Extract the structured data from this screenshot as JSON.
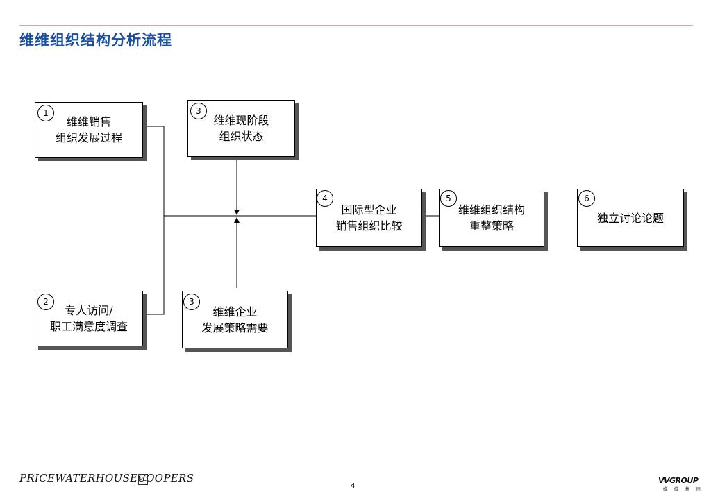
{
  "title": "维维组织结构分析流程",
  "boxes": [
    {
      "num": "1",
      "line1": "维维销售",
      "line2": "组织发展过程"
    },
    {
      "num": "2",
      "line1": "专人访问/",
      "line2": "职工满意度调查"
    },
    {
      "num": "3",
      "line1": "维维现阶段",
      "line2": "组织状态"
    },
    {
      "num": "3",
      "line1": "维维企业",
      "line2": "发展策略需要"
    },
    {
      "num": "4",
      "line1": "国际型企业",
      "line2": "销售组织比较"
    },
    {
      "num": "5",
      "line1": "维维组织结构",
      "line2": "重整策略"
    },
    {
      "num": "6",
      "line1": "独立讨论论题",
      "line2": ""
    }
  ],
  "footer": {
    "left_logo": "PRICEWATERHOUSECOOPERS",
    "left_mark": "PC",
    "page": "4",
    "right_logo": "VVGROUP",
    "right_logo_sub": "维 维 集 团"
  },
  "colors": {
    "title": "#1a4fa0",
    "topline": "#e8a0a0",
    "shadow": "#555555"
  }
}
